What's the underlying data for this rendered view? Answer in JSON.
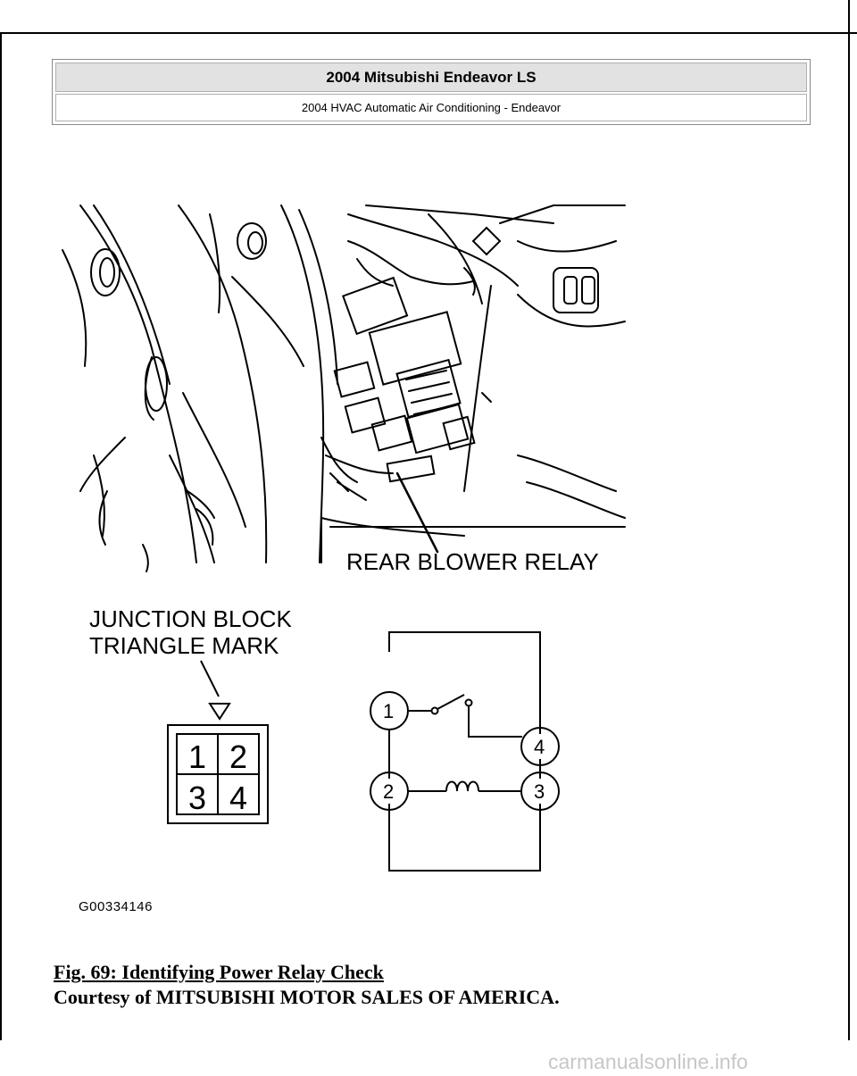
{
  "header": {
    "vehicle": "2004 Mitsubishi Endeavor LS",
    "section": "2004 HVAC Automatic Air Conditioning - Endeavor"
  },
  "figure": {
    "callout_relay": "REAR BLOWER RELAY",
    "junction_line1": "JUNCTION BLOCK",
    "junction_line2": "TRIANGLE MARK",
    "connector_pins": [
      "1",
      "2",
      "3",
      "4"
    ],
    "circuit_terminals": [
      "1",
      "4",
      "2",
      "3"
    ],
    "figure_id": "G00334146"
  },
  "caption": {
    "title": "Fig. 69: Identifying Power Relay Check",
    "credit": "Courtesy of MITSUBISHI MOTOR SALES OF AMERICA."
  },
  "footer": {
    "site": "carmanualsonline.info"
  }
}
